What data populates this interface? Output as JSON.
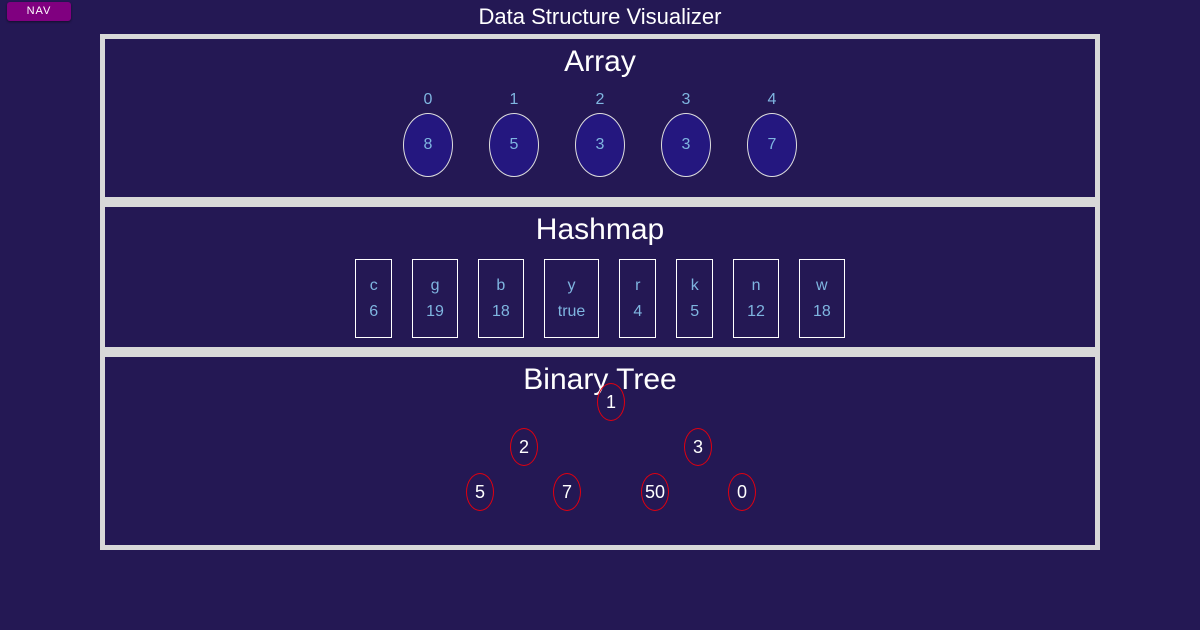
{
  "nav": {
    "label": "NAV"
  },
  "title": "Data Structure Visualizer",
  "array": {
    "title": "Array",
    "items": [
      {
        "index": "0",
        "value": "8"
      },
      {
        "index": "1",
        "value": "5"
      },
      {
        "index": "2",
        "value": "3"
      },
      {
        "index": "3",
        "value": "3"
      },
      {
        "index": "4",
        "value": "7"
      }
    ]
  },
  "hashmap": {
    "title": "Hashmap",
    "entries": [
      {
        "key": "c",
        "value": "6"
      },
      {
        "key": "g",
        "value": "19"
      },
      {
        "key": "b",
        "value": "18"
      },
      {
        "key": "y",
        "value": "true"
      },
      {
        "key": "r",
        "value": "4"
      },
      {
        "key": "k",
        "value": "5"
      },
      {
        "key": "n",
        "value": "12"
      },
      {
        "key": "w",
        "value": "18"
      }
    ]
  },
  "tree": {
    "title": "Binary Tree",
    "nodes": [
      "1",
      "2",
      "3",
      "5",
      "7",
      "50",
      "0"
    ]
  },
  "colors": {
    "background": "#241854",
    "nav": "#800080",
    "array_node": "#24177f",
    "text_accent": "#7fb5e0",
    "tree_border": "#e00010"
  }
}
